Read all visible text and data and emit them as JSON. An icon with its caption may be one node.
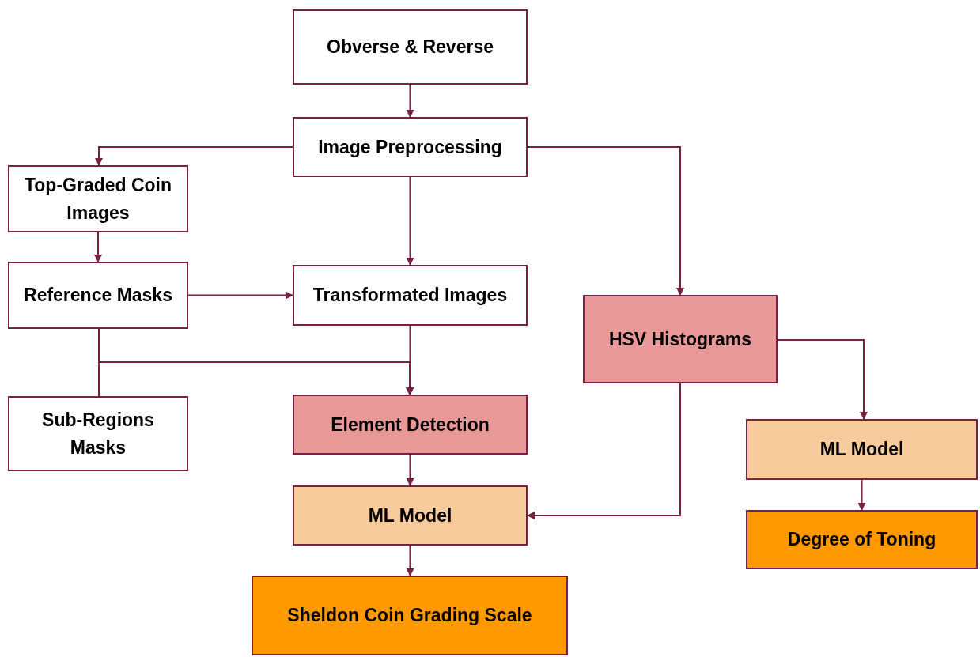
{
  "diagram": {
    "nodes": [
      {
        "text": [
          "Obverse & Reverse"
        ]
      },
      {
        "text": [
          "Image Preprocessing"
        ]
      },
      {
        "text": [
          "Top-Graded Coin Images"
        ]
      },
      {
        "text": [
          "Reference Masks"
        ]
      },
      {
        "text": [
          "Transformated Images"
        ]
      },
      {
        "text": [
          "HSV Histograms"
        ]
      },
      {
        "text": [
          "Sub-Regions Masks"
        ]
      },
      {
        "text": [
          "Element Detection"
        ]
      },
      {
        "text": [
          "ML Model"
        ]
      },
      {
        "text": [
          "ML Model"
        ]
      },
      {
        "text": [
          "Sheldon Coin Grading Scale"
        ]
      },
      {
        "text": [
          "Degree of Toning"
        ]
      }
    ],
    "edges": [
      {
        "from": 0,
        "to": 1,
        "arrow": "to"
      },
      {
        "from": 1,
        "to": 2,
        "arrow": "to"
      },
      {
        "from": 1,
        "to": 4,
        "arrow": "to"
      },
      {
        "from": 1,
        "to": 5,
        "arrow": "to"
      },
      {
        "from": 2,
        "to": 3,
        "arrow": "to"
      },
      {
        "from": 3,
        "to": 4,
        "arrow": "to"
      },
      {
        "from": 3,
        "to": 7,
        "arrow": "to"
      },
      {
        "from": 6,
        "to": 7,
        "arrow": "to"
      },
      {
        "from": 4,
        "to": 7,
        "arrow": "to"
      },
      {
        "from": 5,
        "to": 8,
        "arrow": "to"
      },
      {
        "from": 5,
        "to": 9,
        "arrow": "to"
      },
      {
        "from": 7,
        "to": 8,
        "arrow": "to"
      },
      {
        "from": 8,
        "to": 10,
        "arrow": "to"
      },
      {
        "from": 9,
        "to": 11,
        "arrow": "to"
      }
    ]
  }
}
